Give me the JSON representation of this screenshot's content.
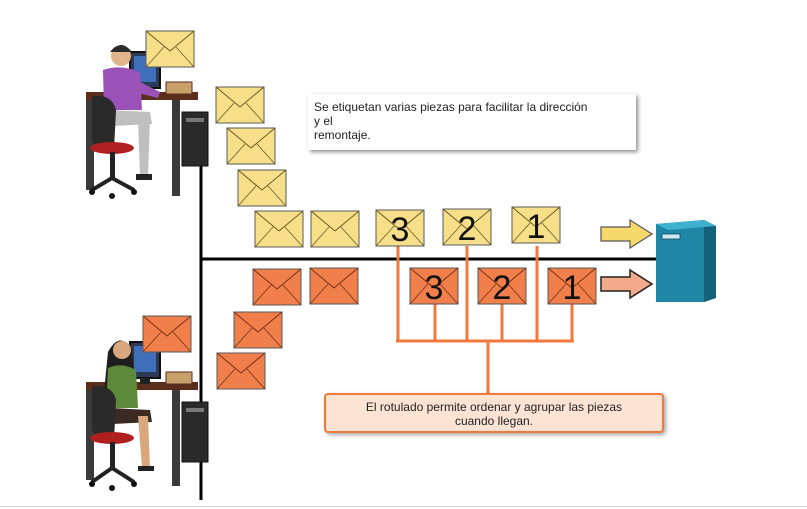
{
  "top_caption": {
    "line1": "Se etiquetan varias piezas para facilitar la dirección",
    "line2": "y el",
    "line3": "remontaje."
  },
  "bottom_caption": {
    "line1": "El rotulado permite ordenar y agrupar las piezas",
    "line2": "cuando llegan."
  },
  "yellow_labels": [
    "3",
    "2",
    "1"
  ],
  "orange_labels": [
    "3",
    "2",
    "1"
  ],
  "colors": {
    "yellow_envelope": "#f7df8a",
    "orange_envelope": "#f07f4c",
    "connector": "#ef7a3c",
    "callout_border": "#ef7a3c",
    "callout_fill": "#fde3d4",
    "server": "#1f86a6"
  }
}
